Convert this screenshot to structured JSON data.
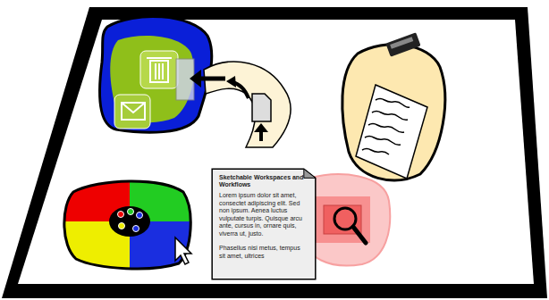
{
  "diagram": {
    "nodes": [
      {
        "text": [
          "Sketchable Workspaces and Workflows",
          "Lorem ipsum dolor sit amet, consectet adipiscing elit. Sed non ipsum. Aenea luctus vulputate turpis. Quisque arcu ante, cursus in, ornare quis, viverra ut, justo.",
          "Phasellus nisi metus, tempus sit amet, ultrices"
        ]
      }
    ]
  }
}
